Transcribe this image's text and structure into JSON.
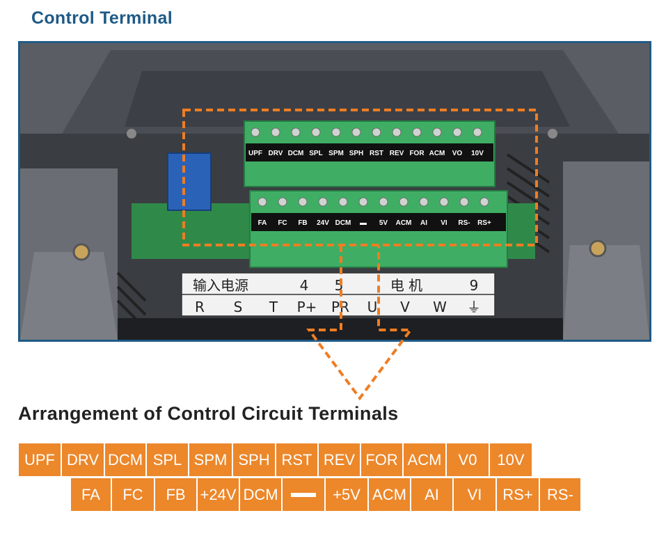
{
  "title": "Control Terminal",
  "heading": "Arrangement of Control Circuit Terminals",
  "photo": {
    "upper_terminals": [
      "UPF",
      "DRV",
      "DCM",
      "SPL",
      "SPM",
      "SPH",
      "RST",
      "REV",
      "FOR",
      "ACM",
      "VO",
      "10V"
    ],
    "lower_terminals": [
      "FA",
      "FC",
      "FB",
      "24V",
      "DCM",
      "▬",
      "5V",
      "ACM",
      "AI",
      "VI",
      "RS-",
      "RS+"
    ],
    "power_label_top": [
      "输入电源",
      "4",
      "5",
      "电 机",
      "9"
    ],
    "power_label_bottom": [
      "R",
      "S",
      "T",
      "P+",
      "PR",
      "U",
      "V",
      "W",
      "⏚"
    ]
  },
  "row1": [
    "UPF",
    "DRV",
    "DCM",
    "SPL",
    "SPM",
    "SPH",
    "RST",
    "REV",
    "FOR",
    "ACM",
    "V0",
    "10V"
  ],
  "row2": [
    "FA",
    "FC",
    "FB",
    "+24V",
    "DCM",
    "",
    "+5V",
    "ACM",
    "AI",
    "VI",
    "RS+",
    "RS-"
  ],
  "colors": {
    "accent": "#ec872a",
    "title": "#1f5a86",
    "dashed": "#ef7d22"
  }
}
